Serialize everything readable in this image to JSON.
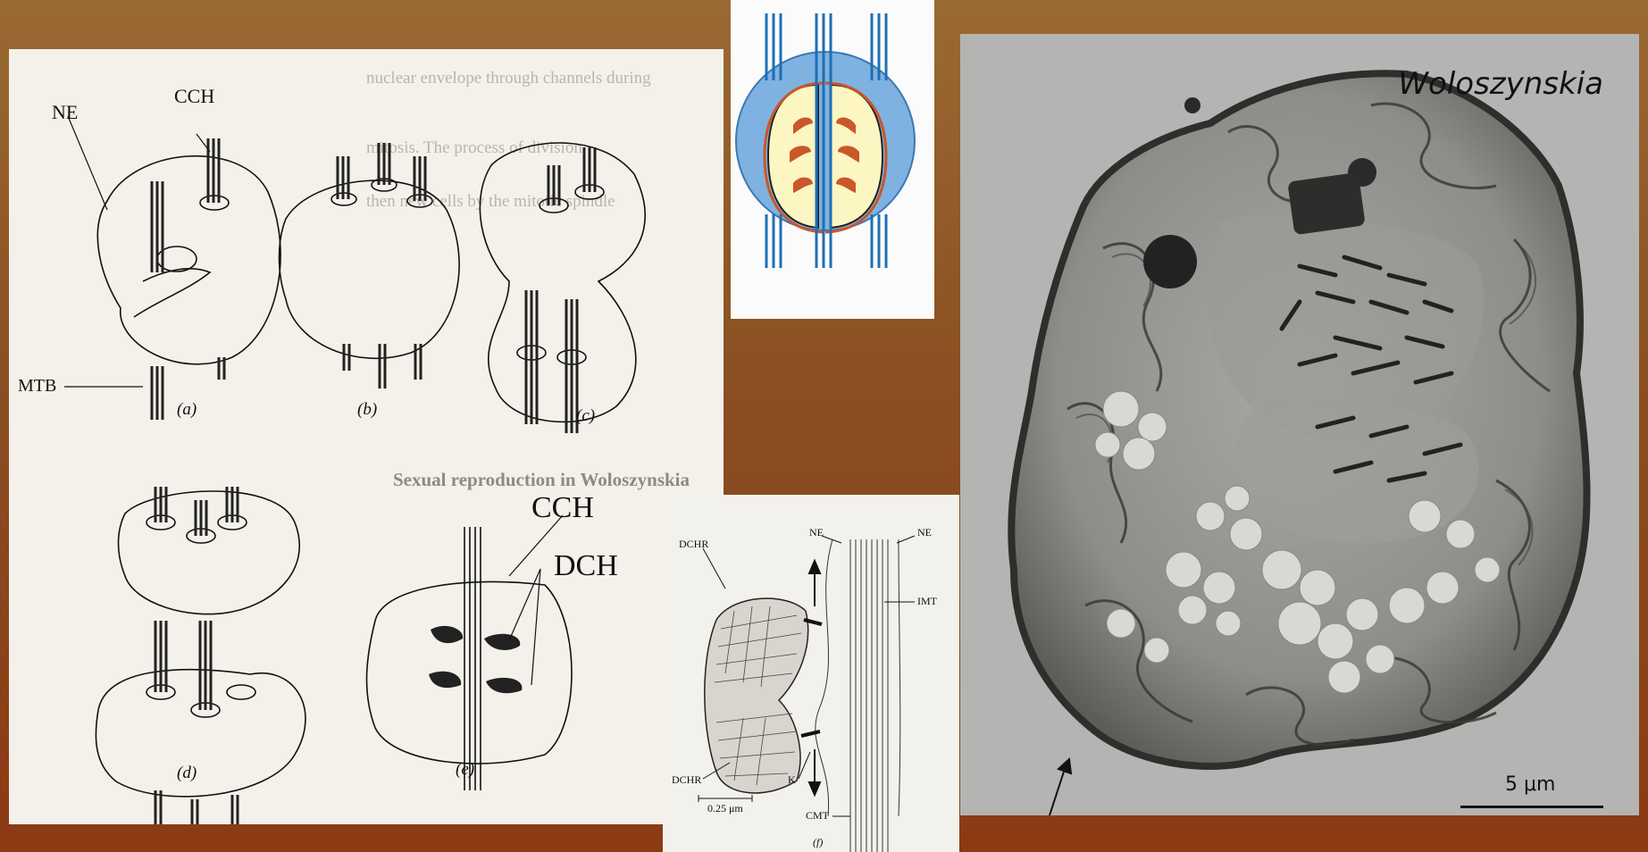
{
  "diagrams_panel": {
    "labels": {
      "ne": "NE",
      "cch": "CCH",
      "mtb": "MTB",
      "cch_e": "CCH",
      "dch": "DCH"
    },
    "captions": [
      "(a)",
      "(b)",
      "(c)",
      "(d)",
      "(e)"
    ],
    "background_text": [
      "Sexual reproduction in Woloszynskia",
      "nuclear envelope through channels during",
      "mitosis. The process of division",
      "then new cells by the mitotic spindle"
    ]
  },
  "schematic_panel": {
    "colors": {
      "outer": "#7fb2e0",
      "inner": "#fbf6c2",
      "chromosomes": "#c9572a",
      "microtubules": "#1e6fb5"
    }
  },
  "kinetochore_panel": {
    "labels": {
      "ne_left": "NE",
      "ne_right": "NE",
      "dchr_top": "DCHR",
      "imt": "IMT",
      "dchr_bottom": "DCHR",
      "k": "K",
      "scale": "0.25 μm",
      "cmt": "CMT",
      "caption": "(f)"
    }
  },
  "micrograph_panel": {
    "title": "Woloszynskia",
    "scale": "5 μm"
  }
}
